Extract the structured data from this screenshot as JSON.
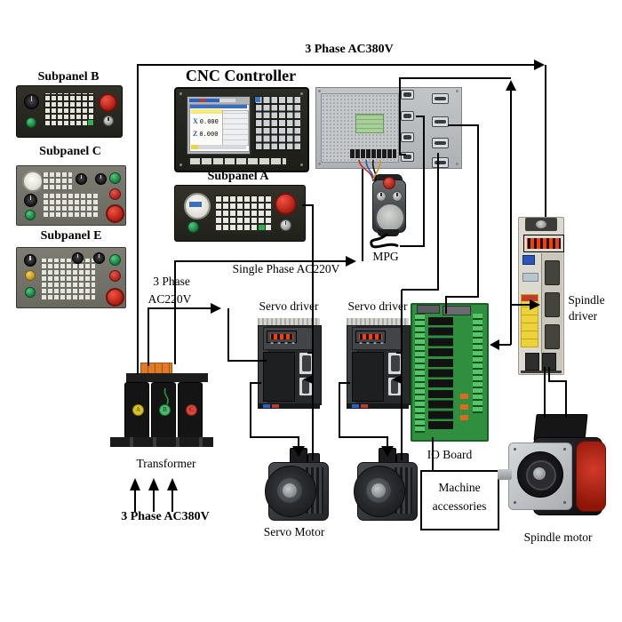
{
  "labels": {
    "top_power": "3 Phase AC380V",
    "subpanel_b": "Subpanel B",
    "subpanel_c": "Subpanel C",
    "subpanel_e": "Subpanel E",
    "cnc_controller": "CNC Controller",
    "subpanel_a": "Subpanel A",
    "single_phase": "Single Phase AC220V",
    "three_phase_220_line1": "3 Phase",
    "three_phase_220_line2": "AC220V",
    "servo_driver": "Servo driver",
    "mpg": "MPG",
    "io_board": "IO Board",
    "machine_accessories_line1": "Machine",
    "machine_accessories_line2": "accessories",
    "transformer": "Transformer",
    "bottom_power": "3 Phase AC380V",
    "servo_motor": "Servo Motor",
    "spindle_driver_line1": "Spindle",
    "spindle_driver_line2": "driver",
    "spindle_motor": "Spindle motor"
  },
  "cnc_screen": {
    "x_label": "X",
    "x_value": "0.000",
    "z_label": "Z",
    "z_value": "0.000"
  },
  "transformer": {
    "phases": [
      "A",
      "B",
      "C"
    ]
  },
  "colors": {
    "wire": "#000000",
    "estop_red": "#cf2b20",
    "button_green": "#1f9e4b",
    "pcb_green": "#3da04a",
    "psu_silver": "#c8cacc",
    "accent_blue": "#2b6bc4",
    "led_red": "#ff3b00"
  }
}
